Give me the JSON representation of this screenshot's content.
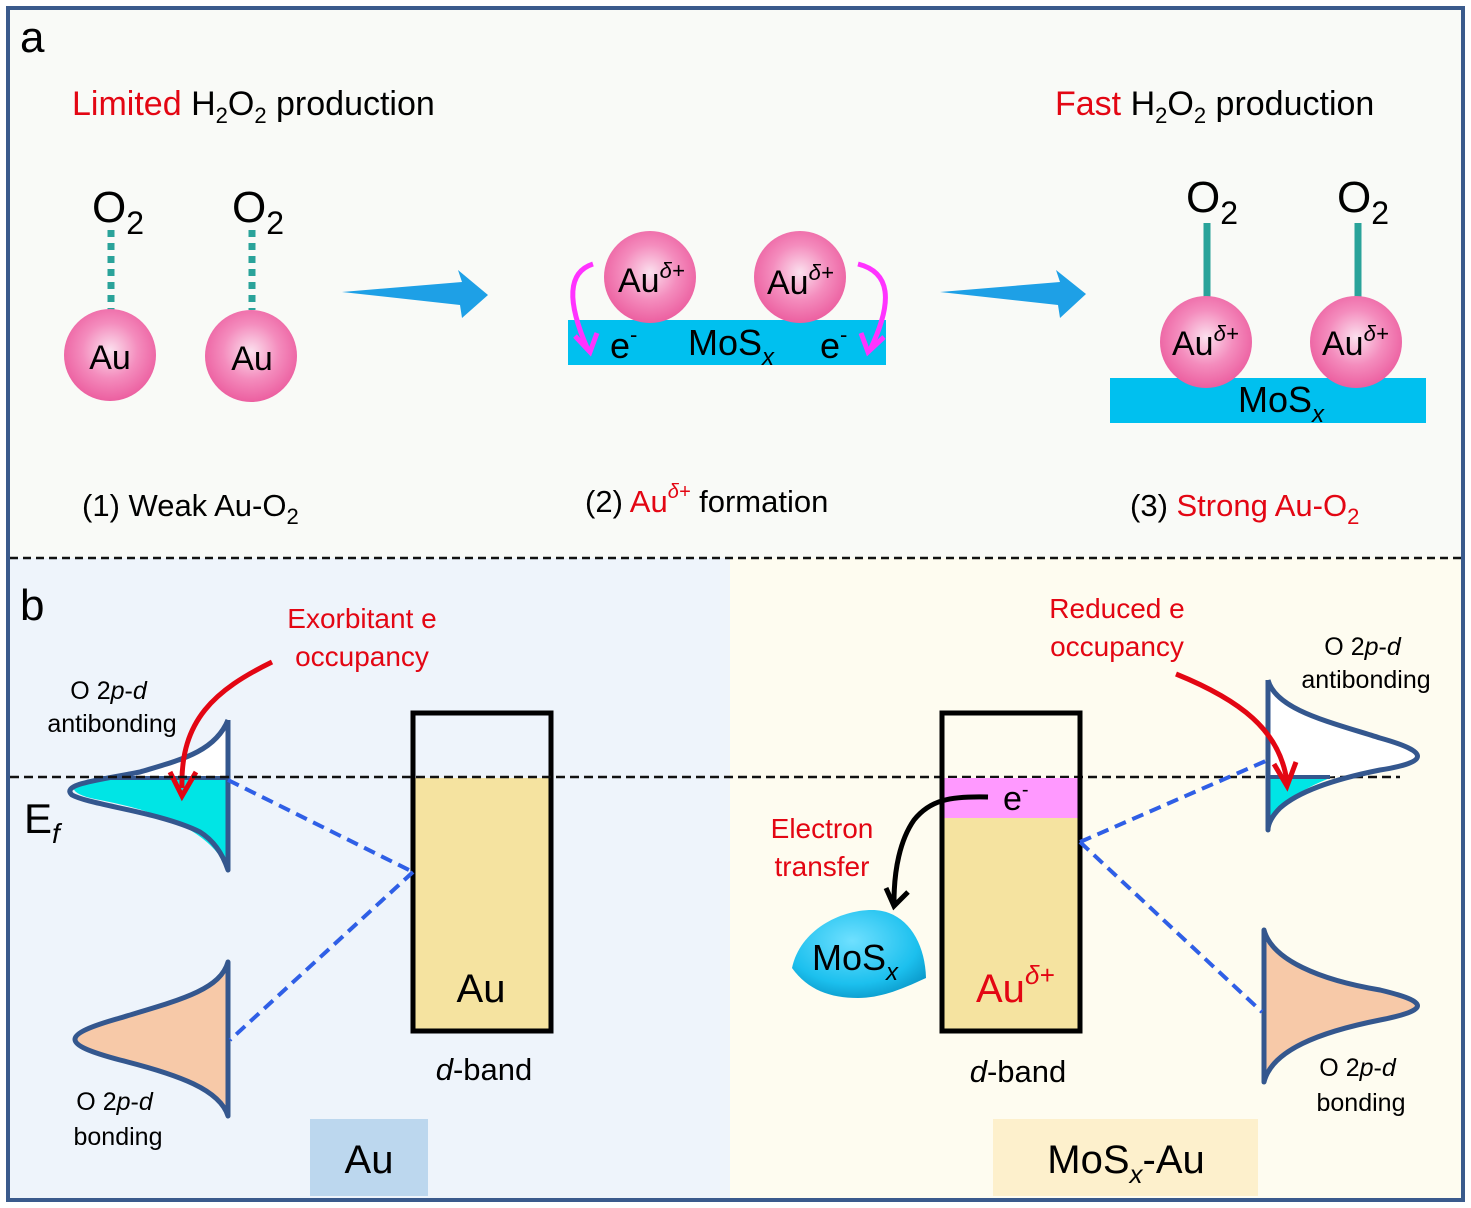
{
  "panel_a": {
    "label": "a",
    "left_title": {
      "highlight": "Limited",
      "h": "H",
      "sub1": "2",
      "o": "O",
      "sub2": "2",
      "rest": " production"
    },
    "right_title": {
      "highlight": "Fast",
      "h": "H",
      "sub1": "2",
      "o": "O",
      "sub2": "2",
      "rest": " production"
    },
    "o2": {
      "base": "O",
      "sub": "2"
    },
    "au": "Au",
    "au_delta": {
      "base": "Au",
      "sup": "δ+"
    },
    "electron": {
      "base": "e",
      "sup": "-"
    },
    "mosx": {
      "base": "MoS",
      "sub": "x"
    },
    "steps": [
      {
        "num": "(1) ",
        "text": "Weak Au-O",
        "sub": "2"
      },
      {
        "num": "(2) ",
        "red": "Au",
        "sup": "δ+",
        "text": " formation"
      },
      {
        "num": "(3) ",
        "red": "Strong Au-O",
        "sub": "2"
      }
    ]
  },
  "panel_b": {
    "label": "b",
    "fermi": {
      "base": "E",
      "sub": "f"
    },
    "left": {
      "annotation": [
        "Exorbitant e",
        "occupancy"
      ],
      "antibonding": {
        "line1_pre": "O 2",
        "line1_p": "p",
        "line1_dash": "-",
        "line1_d": "d",
        "line2": "antibonding"
      },
      "bonding": {
        "line1_pre": "O 2",
        "line1_p": "p",
        "line1_dash": "-",
        "line1_d": "d",
        "line2": "bonding"
      },
      "dband_label": "Au",
      "dband_caption": {
        "d": "d",
        "rest": "-band"
      },
      "tag": "Au"
    },
    "right": {
      "annotation": [
        "Reduced e",
        "occupancy"
      ],
      "antibonding": {
        "line1_pre": "O 2",
        "line1_p": "p",
        "line1_dash": "-",
        "line1_d": "d",
        "line2": "antibonding"
      },
      "bonding": {
        "line1_pre": "O 2",
        "line1_p": "p",
        "line1_dash": "-",
        "line1_d": "d",
        "line2": "bonding"
      },
      "transfer": [
        "Electron",
        "transfer"
      ],
      "electron": {
        "base": "e",
        "sup": "-"
      },
      "mosx": {
        "base": "MoS",
        "sub": "x"
      },
      "dband_label": {
        "base": "Au",
        "sup": "δ+"
      },
      "dband_caption": {
        "d": "d",
        "rest": "-band"
      },
      "tag": {
        "base": "MoS",
        "sub": "x",
        "rest": "-Au"
      }
    }
  },
  "colors": {
    "frame": "#3a5a8c",
    "panel_a_bg": "#f9faf7",
    "panel_b_left_bg": "#eef4fb",
    "panel_b_right_bg": "#fefcf0",
    "highlight_red": "#e30613",
    "gold_pink": "#f06ba8",
    "substrate_cyan": "#00c0ef",
    "arrow_blue": "#1ea0e6",
    "bond_teal": "#2aa39a",
    "dband_fill": "#f5e3a0",
    "electron_pink": "#ff99ff",
    "cyan_fill": "#00e5e5",
    "bonding_fill": "#f7c9a8",
    "curve_stroke": "#34578e",
    "dashed_blue": "#2f5fe6",
    "tag_au": "#bcd7ee",
    "tag_mosx": "#fdf0cc"
  }
}
